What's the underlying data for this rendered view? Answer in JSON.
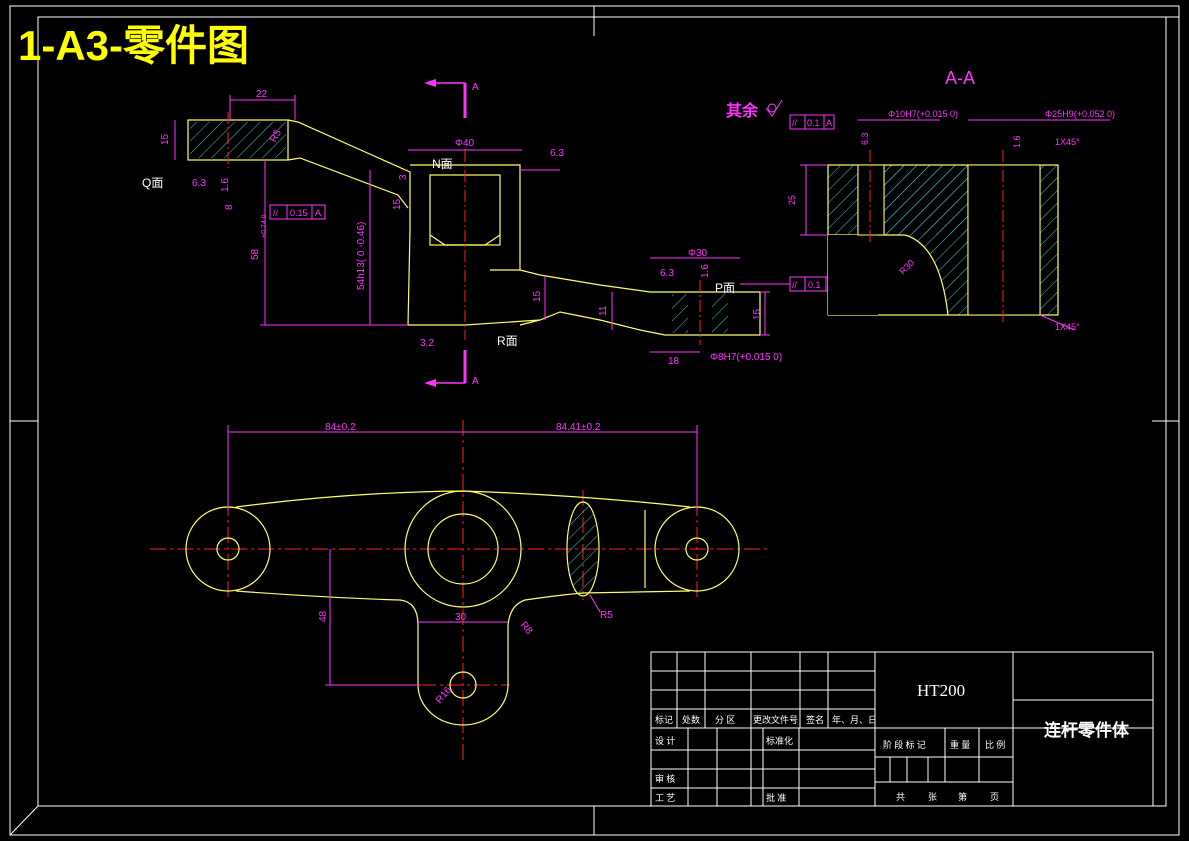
{
  "sheet_title": "1-A3-零件图",
  "colors": {
    "background": "#000000",
    "outline": "#ffff66",
    "dimension": "#ff33ff",
    "center_line": "#ff2020",
    "hatch": "#33cccc",
    "border": "#ffffff",
    "title_yellow": "#ffff00"
  },
  "front_view": {
    "dim_top_left": "22",
    "dim_lug_thickness": "15",
    "label_r5": "R5",
    "label_q_face": "Q面",
    "rough_q": "6.3",
    "rough_hole": "1.6",
    "dim_8": "8",
    "tolerance_box": [
      "//",
      "0.15",
      "A"
    ],
    "dim_height_58": "58",
    "dim_height_58_tol": "+0.74 0",
    "dim_boss_dia": "Φ40",
    "label_n_face": "N面",
    "rough_n": "6.3",
    "dim_3": "3",
    "dim_15a": "15",
    "dim_height_54": "54h13( 0 -0.46)",
    "label_r_face": "R面",
    "rough_r": "3.2",
    "dim_30": "Φ30",
    "rough_p": "6.3",
    "rough_p2": "1.6",
    "label_p_face": "P面",
    "tolerance_box_p": [
      "//",
      "0.1",
      "A"
    ],
    "dim_15b": "15",
    "dim_11": "11",
    "dim_15c": "15",
    "dim_18": "18",
    "dim_hole_8": "Φ8H7(+0.015 0)",
    "section_mark": "A"
  },
  "section_view": {
    "title": "A-A",
    "rest_roughness": "其余",
    "tolerance_box": [
      "//",
      "0.1",
      "A"
    ],
    "rough_63": "6.3",
    "rough_16": "1.6",
    "dim_hole_10": "Φ10H7(+0.015 0)",
    "dim_hole_25": "Φ25H9(+0.052 0)",
    "chamfer_top": "1X45°",
    "chamfer_bottom": "1X45°",
    "dim_25": "25",
    "dim_r30": "R30"
  },
  "top_view": {
    "dim_left": "84±0.2",
    "dim_right": "84.41±0.2",
    "dim_48": "48",
    "dim_30": "30",
    "dim_r8": "R8",
    "dim_r5": "R5",
    "dim_r16": "R16"
  },
  "title_block": {
    "material": "HT200",
    "part_name": "连杆零件体",
    "header_row": [
      "标记",
      "处数",
      "分 区",
      "更改文件号",
      "签名",
      "年、月、日"
    ],
    "row_design": "设 计",
    "row_standard": "标准化",
    "row_review": "审 核",
    "row_process": "工 艺",
    "row_approve": "批 准",
    "stage_labels": [
      "阶 段 标 记",
      "重 量",
      "比 例"
    ],
    "sheet_labels": [
      "共",
      "张",
      "第",
      "页"
    ]
  }
}
